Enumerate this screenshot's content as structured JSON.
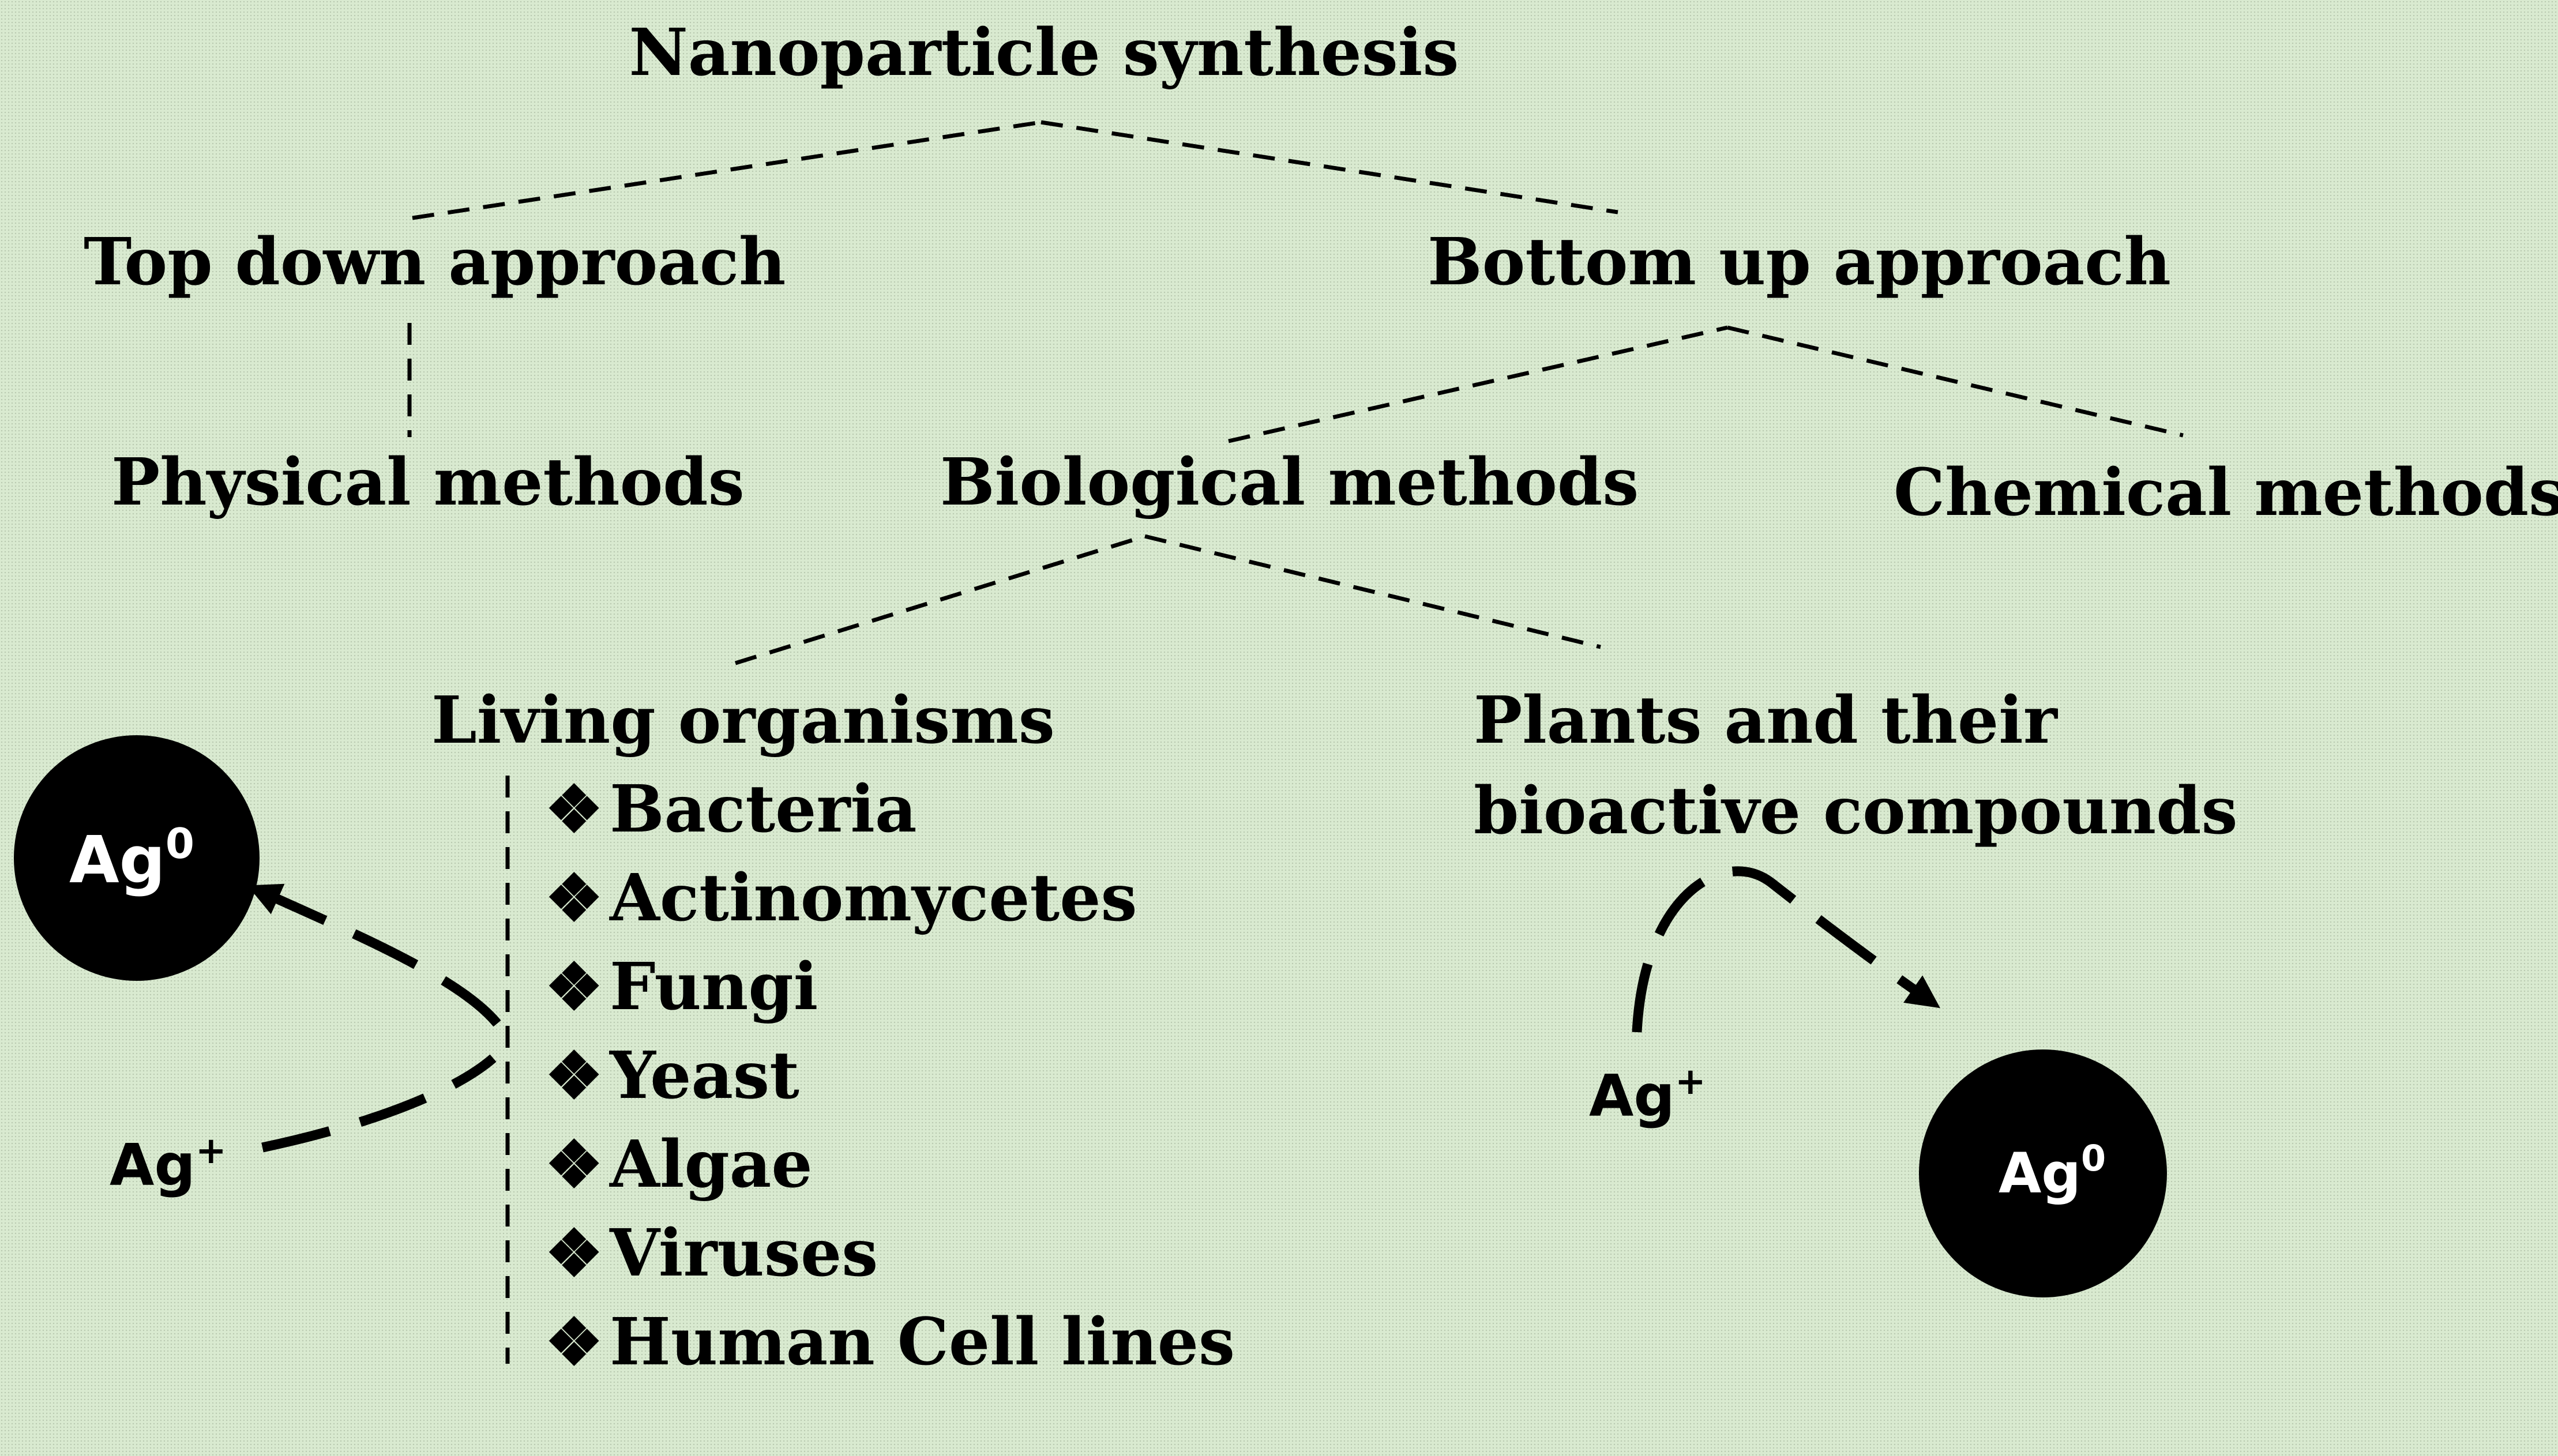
{
  "title": "Nanoparticle synthesis",
  "approaches": {
    "top_down": "Top down approach",
    "bottom_up": "Bottom up approach"
  },
  "methods": {
    "physical": "Physical methods",
    "biological": "Biological methods",
    "chemical": "Chemical methods"
  },
  "biological": {
    "living_heading": "Living organisms",
    "living_items": [
      "Bacteria",
      "Actinomycetes",
      "Fungi",
      "Yeast",
      "Algae",
      "Viruses",
      "Human Cell lines"
    ],
    "bullet": "❖",
    "plants_line1": "Plants and their",
    "plants_line2": "bioactive compounds"
  },
  "silver": {
    "ion_base": "Ag",
    "ion_charge": "+",
    "atom_base": "Ag",
    "atom_charge": "0"
  },
  "colors": {
    "background": "#d9ead0",
    "ink": "#000000",
    "circle_text": "#ffffff"
  }
}
